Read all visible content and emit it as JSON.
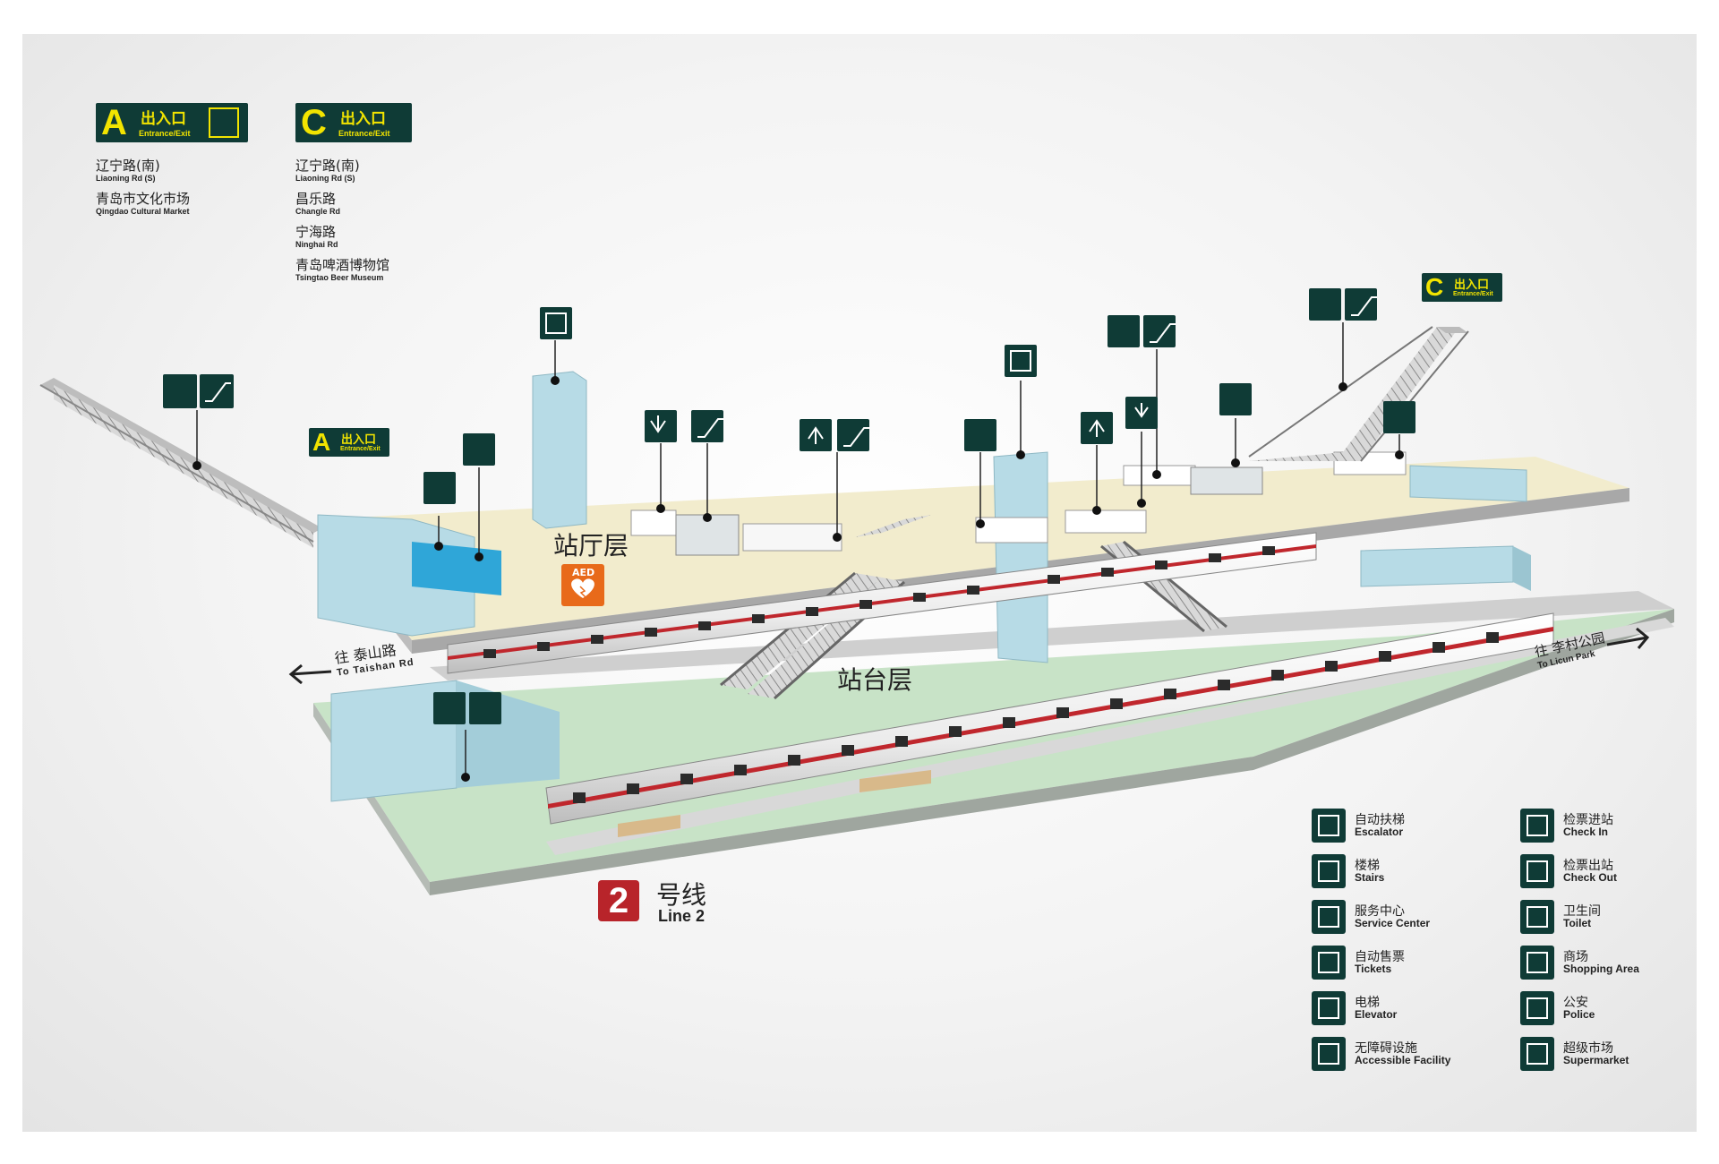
{
  "exits": {
    "A": {
      "letter": "A",
      "cn": "出入口",
      "en": "Entrance/Exit",
      "destinations": [
        {
          "cn": "辽宁路(南)",
          "en": "Liaoning Rd (S)"
        },
        {
          "cn": "青岛市文化市场",
          "en": "Qingdao Cultural Market"
        }
      ]
    },
    "C": {
      "letter": "C",
      "cn": "出入口",
      "en": "Entrance/Exit",
      "destinations": [
        {
          "cn": "辽宁路(南)",
          "en": "Liaoning Rd (S)"
        },
        {
          "cn": "昌乐路",
          "en": "Changle Rd"
        },
        {
          "cn": "宁海路",
          "en": "Ninghai Rd"
        },
        {
          "cn": "青岛啤酒博物馆",
          "en": "Tsingtao Beer Museum"
        }
      ]
    }
  },
  "map": {
    "concourse_label": "站厅层",
    "platform_label": "站台层",
    "aed_label": "AED",
    "direction_left_cn": "往 泰山路",
    "direction_left_en": "To Taishan Rd",
    "direction_right_cn": "往 李村公园",
    "direction_right_en": "To Licun Park",
    "colors": {
      "concourse": "#f2eccd",
      "platform": "#c8e3c7",
      "building": "#b7dbe6",
      "sign": "#0f3b36",
      "sign_text": "#f2e400",
      "train_stripe": "#c0272d",
      "aed": "#e86a1a"
    }
  },
  "line": {
    "number": "2",
    "cn": "号线",
    "en": "Line 2",
    "color": "#b8242a"
  },
  "legend": [
    {
      "cn": "自动扶梯",
      "en": "Escalator",
      "icon": "escalator-icon"
    },
    {
      "cn": "楼梯",
      "en": "Stairs",
      "icon": "stairs-icon"
    },
    {
      "cn": "服务中心",
      "en": "Service Center",
      "icon": "service-center-icon"
    },
    {
      "cn": "自动售票",
      "en": "Tickets",
      "icon": "ticket-machine-icon"
    },
    {
      "cn": "电梯",
      "en": "Elevator",
      "icon": "elevator-icon"
    },
    {
      "cn": "无障碍设施",
      "en": "Accessible Facility",
      "icon": "wheelchair-icon"
    },
    {
      "cn": "检票进站",
      "en": "Check In",
      "icon": "check-in-icon"
    },
    {
      "cn": "检票出站",
      "en": "Check Out",
      "icon": "check-out-icon"
    },
    {
      "cn": "卫生间",
      "en": "Toilet",
      "icon": "toilet-icon"
    },
    {
      "cn": "商场",
      "en": "Shopping Area",
      "icon": "shopping-icon"
    },
    {
      "cn": "公安",
      "en": "Police",
      "icon": "police-icon"
    },
    {
      "cn": "超级市场",
      "en": "Supermarket",
      "icon": "supermarket-icon"
    }
  ]
}
